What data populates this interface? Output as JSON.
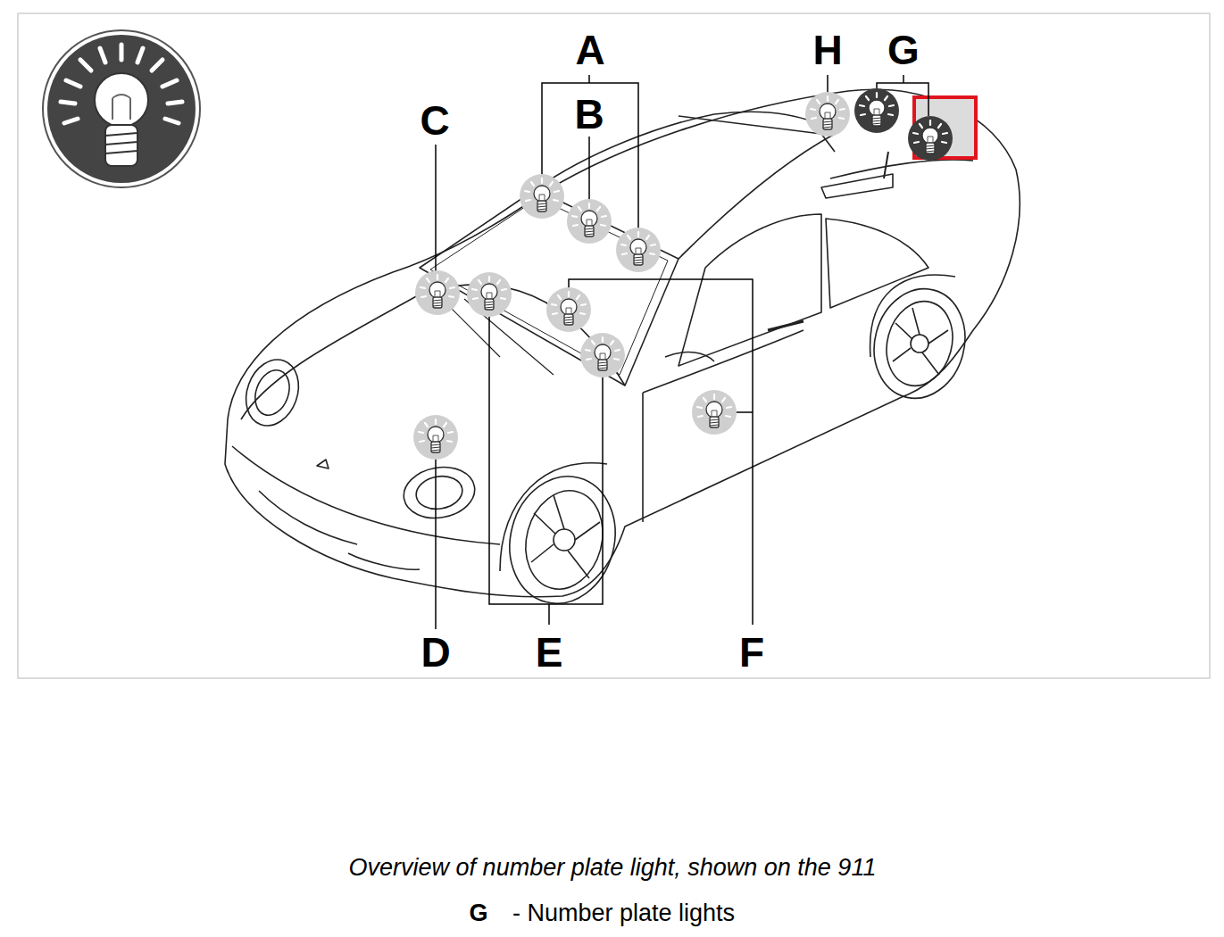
{
  "diagram": {
    "caption": "Overview of number plate light, shown on the 911",
    "labels": [
      "A",
      "B",
      "C",
      "D",
      "E",
      "F",
      "H",
      "G",
      "G",
      "- Number plate lights"
    ]
  }
}
